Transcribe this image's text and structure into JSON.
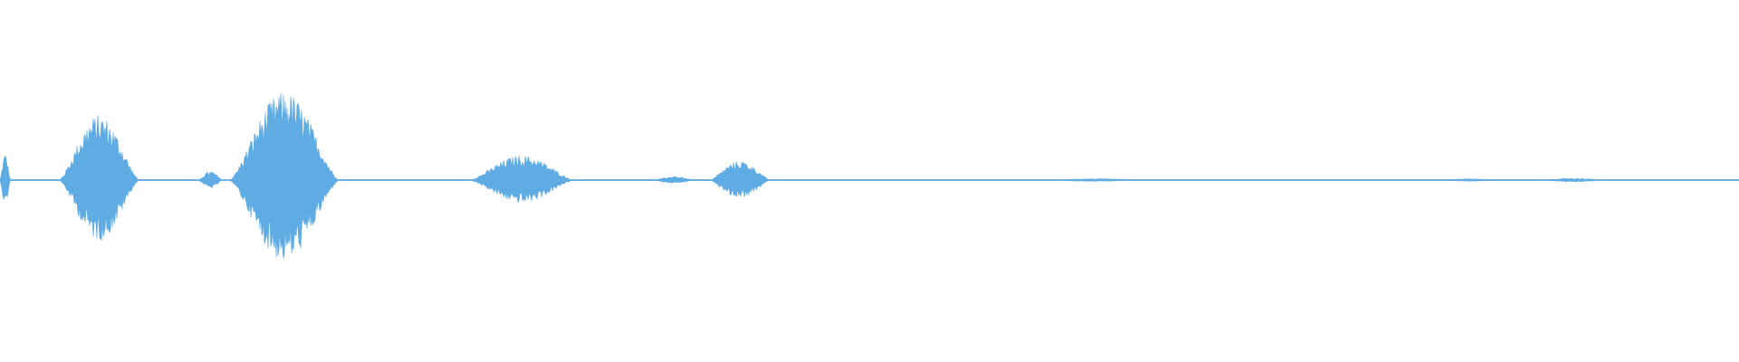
{
  "waveform": {
    "color": "#5fabe3",
    "segments": [
      {
        "start": 0.0,
        "end": 0.006,
        "peak": 0.3
      },
      {
        "start": 0.034,
        "end": 0.08,
        "peak": 0.74
      },
      {
        "start": 0.114,
        "end": 0.128,
        "peak": 0.1
      },
      {
        "start": 0.132,
        "end": 0.195,
        "peak": 1.0
      },
      {
        "start": 0.27,
        "end": 0.33,
        "peak": 0.28
      },
      {
        "start": 0.375,
        "end": 0.4,
        "peak": 0.04
      },
      {
        "start": 0.408,
        "end": 0.443,
        "peak": 0.22
      },
      {
        "start": 0.6,
        "end": 0.66,
        "peak": 0.015
      },
      {
        "start": 0.83,
        "end": 0.86,
        "peak": 0.015
      },
      {
        "start": 0.885,
        "end": 0.925,
        "peak": 0.02
      }
    ],
    "noise_floor": 0.006
  }
}
